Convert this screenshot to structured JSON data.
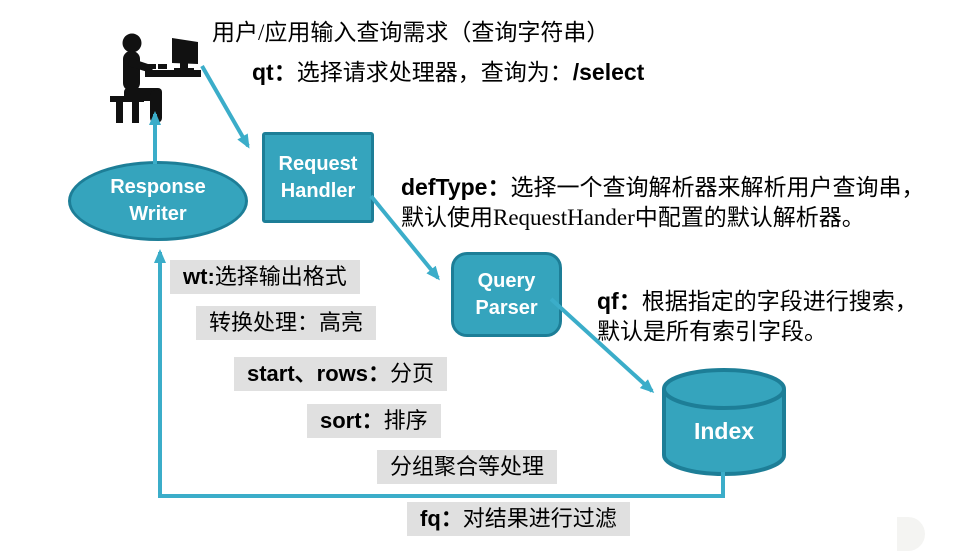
{
  "nodes": {
    "request_handler": {
      "line1": "Request",
      "line2": "Handler"
    },
    "response_writer": {
      "line1": "Response",
      "line2": "Writer"
    },
    "query_parser": {
      "line1": "Query",
      "line2": "Parser"
    },
    "index": {
      "label": "Index"
    }
  },
  "annotations": {
    "user_input": "用户/应用输入查询需求（查询字符串）",
    "qt": {
      "key": "qt：",
      "mid": "选择请求处理器，查询为：",
      "tail": "/select"
    },
    "deftype": {
      "key": "defType：",
      "line1": "选择一个查询解析器来解析用户查询串，",
      "line2": "默认使用RequestHander中配置的默认解析器。"
    },
    "qf": {
      "key": "qf：",
      "line1": "根据指定的字段进行搜索，",
      "line2": "默认是所有索引字段。"
    }
  },
  "process_labels": [
    {
      "key": "wt:",
      "text": "选择输出格式"
    },
    {
      "key": "",
      "text": "转换处理：高亮"
    },
    {
      "key": "start、rows：",
      "text": "分页"
    },
    {
      "key": "sort：",
      "text": "排序"
    },
    {
      "key": "",
      "text": "分组聚合等处理"
    },
    {
      "key": "fq：",
      "text": "对结果进行过滤"
    }
  ],
  "colors": {
    "node_fill": "#35a4bd",
    "node_border": "#1d7e97",
    "arrow": "#3badc9",
    "label_bg": "#e0e0e0",
    "text": "#000000"
  }
}
